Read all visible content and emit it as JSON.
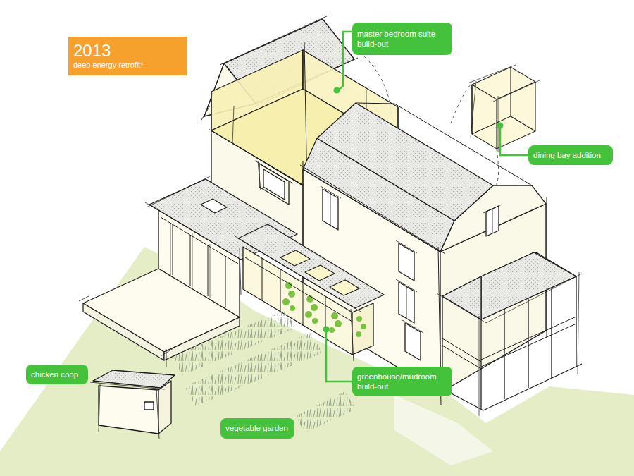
{
  "diagram": {
    "nodes": [
      {
        "text": [
          "2013",
          "deep energy retrofit*"
        ]
      },
      {
        "text": [
          "master bedroom suite build-out"
        ]
      },
      {
        "text": [
          "dining bay addition"
        ]
      },
      {
        "text": [
          "chicken coop"
        ]
      },
      {
        "text": [
          "greenhouse/mudroom build-out"
        ]
      },
      {
        "text": [
          "vegetable garden"
        ]
      }
    ]
  }
}
